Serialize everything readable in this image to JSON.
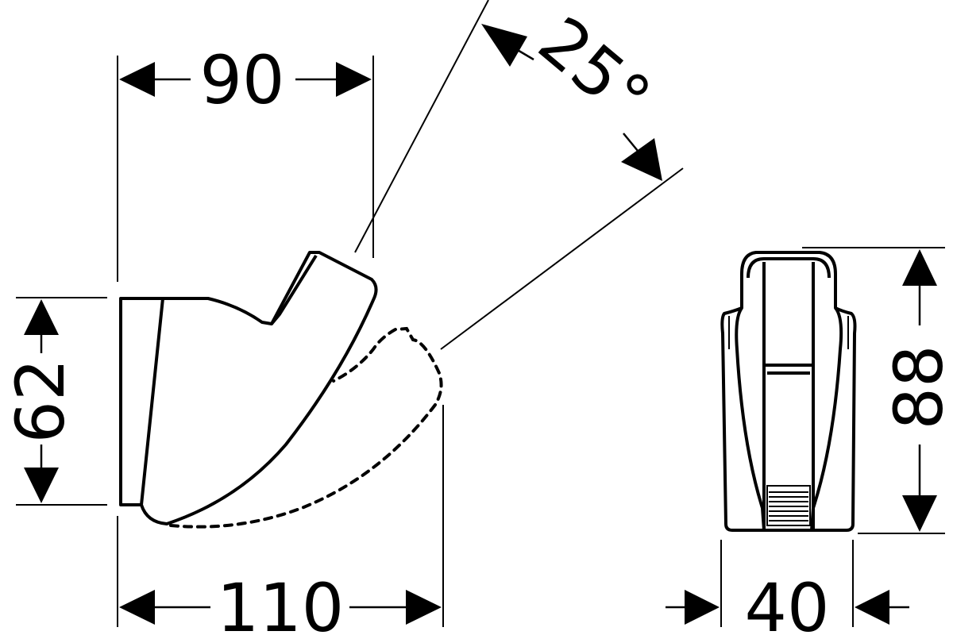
{
  "dimensions": {
    "top_width": "90",
    "bottom_width": "110",
    "height_left": "62",
    "angle": "25°",
    "right_height": "88",
    "right_width": "40"
  },
  "colors": {
    "line": "#000000",
    "background": "#ffffff"
  }
}
